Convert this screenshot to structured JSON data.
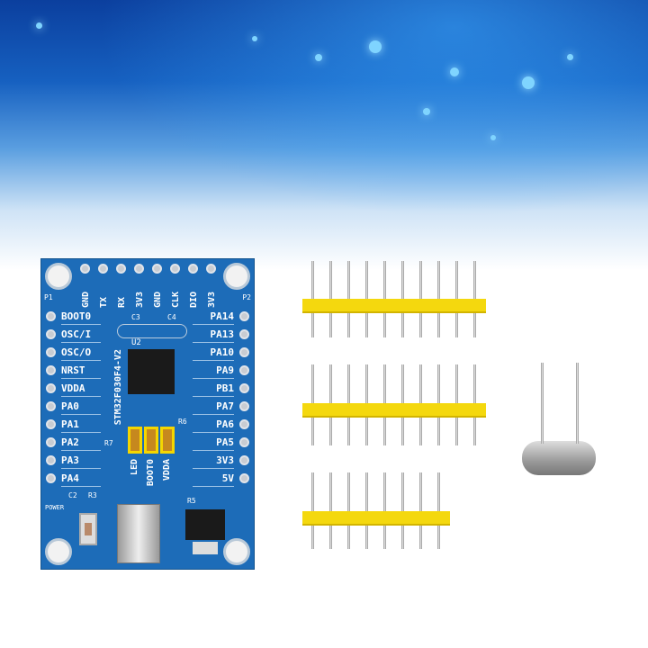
{
  "board": {
    "top_labels": [
      "GND",
      "TX",
      "RX",
      "3V3",
      "GND",
      "CLK",
      "DIO",
      "3V3"
    ],
    "left_labels": [
      "BOOT0",
      "OSC/I",
      "OSC/O",
      "NRST",
      "VDDA",
      "PA0",
      "PA1",
      "PA2",
      "PA3",
      "PA4"
    ],
    "right_labels": [
      "PA14",
      "PA13",
      "PA10",
      "PA9",
      "PB1",
      "PA7",
      "PA6",
      "PA5",
      "3V3",
      "5V"
    ],
    "chip_label": "STM32F030F4-V2",
    "jumper_labels": [
      "LED",
      "BOOT0",
      "VDDA"
    ],
    "markings": {
      "p1": "P1",
      "p2": "P2",
      "u2": "U2",
      "c3": "C3",
      "c4": "C4",
      "r7": "R7",
      "r6": "R6",
      "r5": "R5",
      "r3": "R3",
      "c2": "C2",
      "power": "POWER"
    }
  },
  "colors": {
    "pcb": "#1d6cb8",
    "header_plastic": "#f4d80e",
    "background_top": "#0b3f9e"
  },
  "pin_headers": [
    {
      "pins": 10
    },
    {
      "pins": 10
    },
    {
      "pins": 8
    }
  ]
}
